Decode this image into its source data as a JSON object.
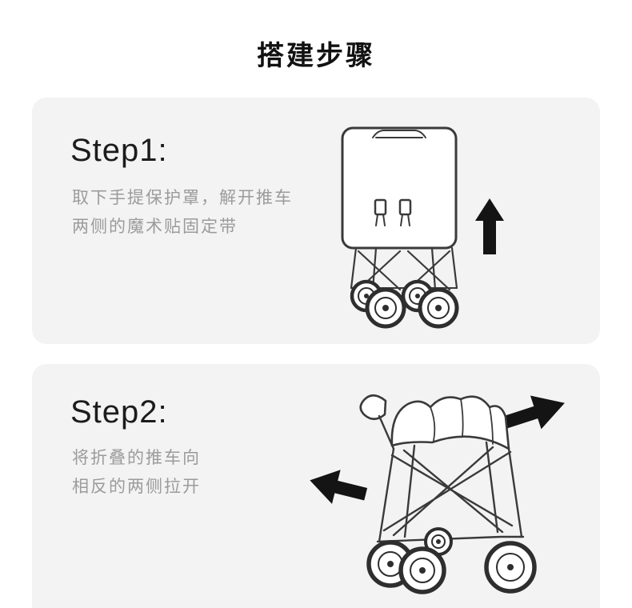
{
  "page": {
    "title": "搭建步骤"
  },
  "steps": [
    {
      "heading": "Step1:",
      "desc_line1": "取下手提保护罩，解开推车",
      "desc_line2": "两侧的魔术贴固定带",
      "illustration": "folded-wagon-with-cover",
      "arrow_icons": [
        "arrow-up"
      ]
    },
    {
      "heading": "Step2:",
      "desc_line1": "将折叠的推车向",
      "desc_line2": "相反的两侧拉开",
      "illustration": "folded-wagon-being-pulled-open",
      "arrow_icons": [
        "arrow-right-up",
        "arrow-left-down"
      ]
    }
  ],
  "colors": {
    "page_bg": "#ffffff",
    "card_bg": "#f3f3f3",
    "line_art": "#3a3a3a",
    "arrow": "#141414",
    "heading_text": "#1c1c1c",
    "desc_text": "#9b9b9b",
    "title_text": "#111111"
  }
}
